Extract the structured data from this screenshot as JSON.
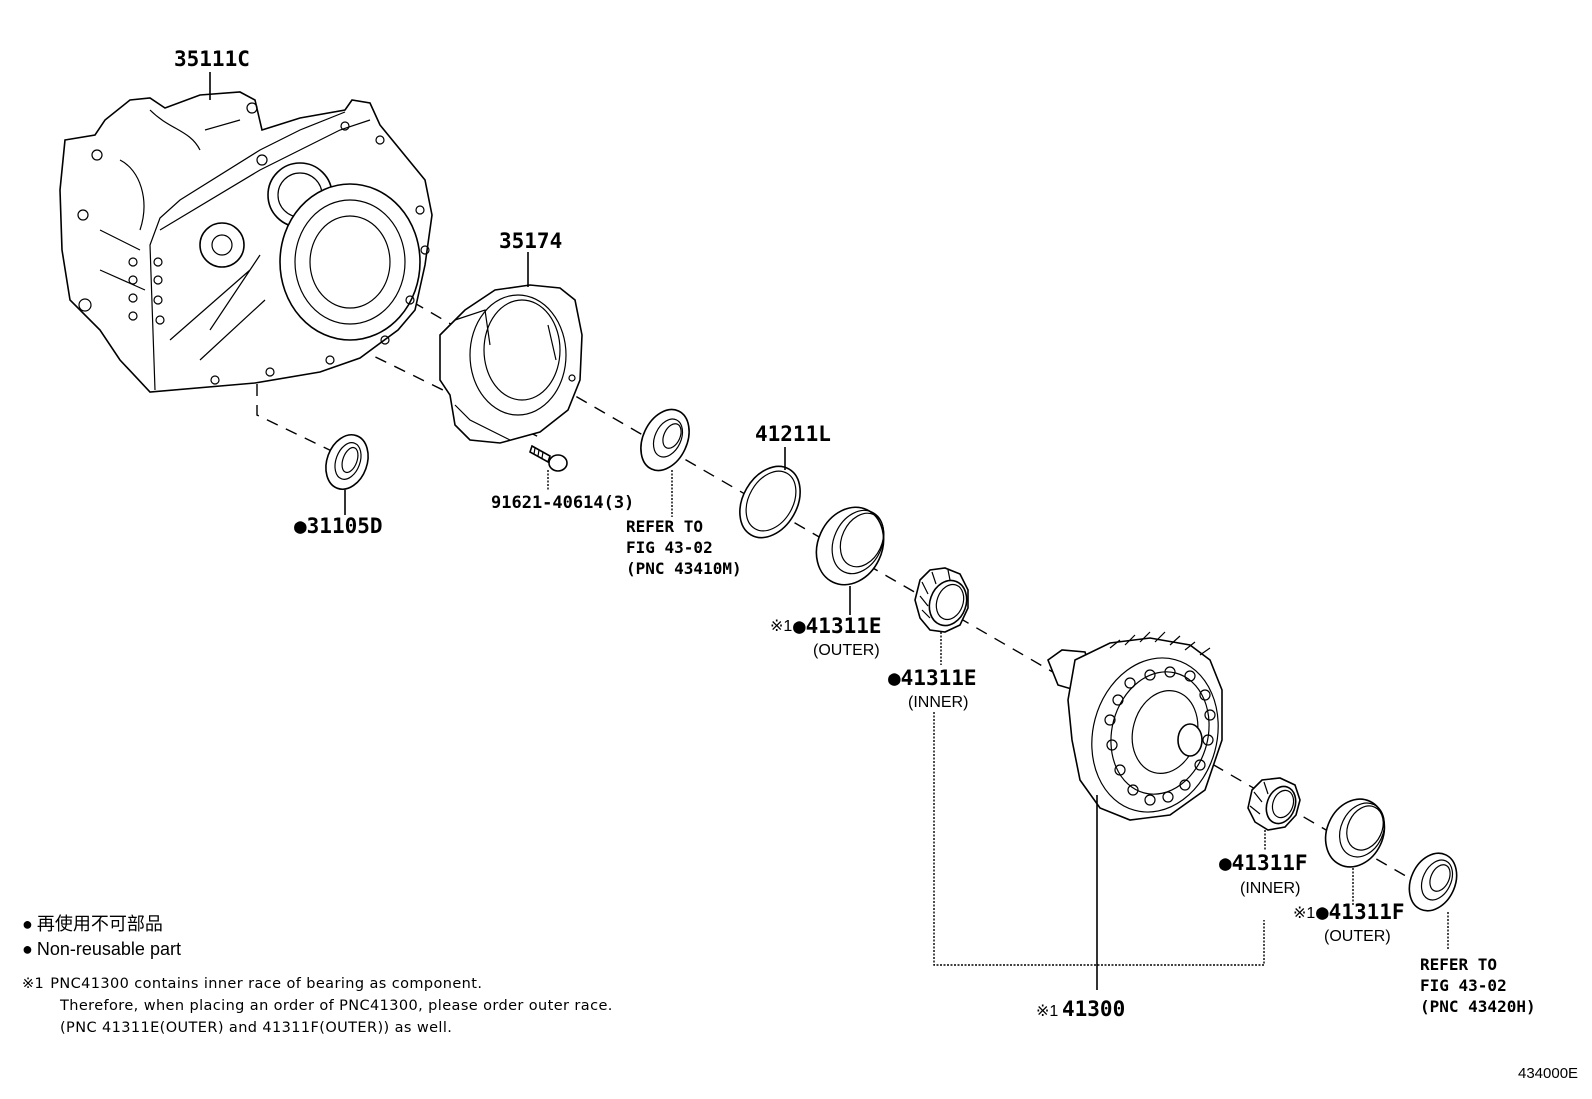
{
  "figure_id": "434000E",
  "parts": {
    "case": {
      "number": "35111C"
    },
    "cover": {
      "number": "35174"
    },
    "seal_left": {
      "marker": "●",
      "number": "31105D"
    },
    "bolt": {
      "number": "91621-40614(3)"
    },
    "seal_refer_left": {
      "line1": "REFER TO",
      "line2": "FIG 43-02",
      "line3": "(PNC 43410M)"
    },
    "shim": {
      "number": "41211L"
    },
    "bearing_e_outer": {
      "note_mark": "※1",
      "marker": "●",
      "number": "41311E",
      "sub": "(OUTER)"
    },
    "bearing_e_inner": {
      "marker": "●",
      "number": "41311E",
      "sub": "(INNER)"
    },
    "differential": {
      "note_mark": "※1",
      "number": "41300"
    },
    "bearing_f_inner": {
      "marker": "●",
      "number": "41311F",
      "sub": "(INNER)"
    },
    "bearing_f_outer": {
      "note_mark": "※1",
      "marker": "●",
      "number": "41311F",
      "sub": "(OUTER)"
    },
    "seal_refer_right": {
      "line1": "REFER TO",
      "line2": "FIG 43-02",
      "line3": "(PNC 43420H)"
    }
  },
  "legend": {
    "marker": "●",
    "japanese": "再使用不可部品",
    "english": "Non-reusable part"
  },
  "footnote": {
    "mark": "※1",
    "line1": "PNC41300 contains inner race of bearing as component.",
    "line2": "Therefore, when placing an order of PNC41300, please order outer race.",
    "line3": "(PNC 41311E(OUTER) and 41311F(OUTER)) as well."
  }
}
